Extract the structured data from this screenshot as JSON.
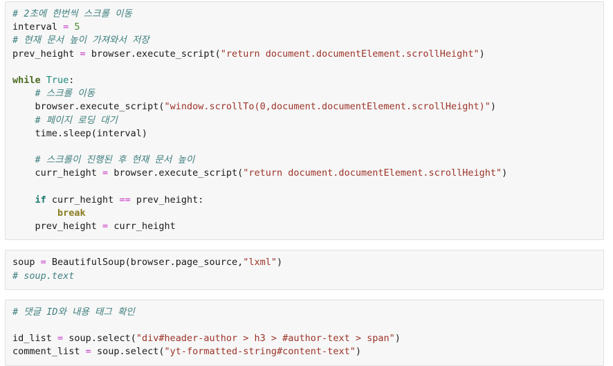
{
  "page": {
    "background": "#ffffff",
    "block_background": "#f7f7f7",
    "block_border": "#e0e0e0",
    "language": "python"
  },
  "colors": {
    "comment": "#3f7f7f",
    "keyword": "#4b6b22",
    "keyword_if": "#1a7a6e",
    "keyword_break": "#8a7d20",
    "builtin": "#1a8a7a",
    "string": "#9c3328",
    "number": "#4a8a2c",
    "operator": "#c634c6",
    "plain": "#1a1a1a"
  },
  "blocks": [
    {
      "id": "scroll-loop-block",
      "lines": [
        "# 2초에 한번씩 스크롤 이동",
        "interval = 5",
        "# 현재 문서 높이 가져와서 저장",
        "prev_height = browser.execute_script(\"return document.documentElement.scrollHeight\")",
        "",
        "while True:",
        "    # 스크롤 이동",
        "    browser.execute_script(\"window.scrollTo(0,document.documentElement.scrollHeight)\")",
        "    # 페이지 로딩 대기",
        "    time.sleep(interval)",
        "",
        "    # 스크롤이 진행된 후 현재 문서 높이",
        "    curr_height = browser.execute_script(\"return document.documentElement.scrollHeight\")",
        "",
        "    if curr_height == prev_height:",
        "        break",
        "    prev_height = curr_height"
      ]
    },
    {
      "id": "soup-block",
      "lines": [
        "soup = BeautifulSoup(browser.page_source,\"lxml\")",
        "# soup.text"
      ]
    },
    {
      "id": "selector-block",
      "lines": [
        "# 댓글 ID와 내용 태그 확인",
        "",
        "id_list = soup.select(\"div#header-author > h3 > #author-text > span\")",
        "comment_list = soup.select(\"yt-formatted-string#content-text\")"
      ]
    }
  ],
  "tokens": {
    "block1": {
      "c1": "# 2초에 한번씩 스크롤 이동",
      "l2_name": "interval ",
      "l2_op": "=",
      "l2_num": " 5",
      "c3": "# 현재 문서 높이 가져와서 저장",
      "l4_a": "prev_height ",
      "l4_op": "=",
      "l4_b": " browser.execute_script(",
      "l4_str": "\"return document.documentElement.scrollHeight\"",
      "l4_c": ")",
      "l6_kw": "while",
      "l6_bi": " True",
      "l6_colon": ":",
      "c7": "    # 스크롤 이동",
      "l8_a": "    browser.execute_script(",
      "l8_str": "\"window.scrollTo(0,document.documentElement.scrollHeight)\"",
      "l8_b": ")",
      "c9": "    # 페이지 로딩 대기",
      "l10": "    time.sleep(interval)",
      "c12": "    # 스크롤이 진행된 후 현재 문서 높이",
      "l13_a": "    curr_height ",
      "l13_op": "=",
      "l13_b": " browser.execute_script(",
      "l13_str": "\"return document.documentElement.scrollHeight\"",
      "l13_c": ")",
      "l15_pre": "    ",
      "l15_kw": "if",
      "l15_a": " curr_height ",
      "l15_op": "==",
      "l15_b": " prev_height:",
      "l16_pre": "        ",
      "l16_kw": "break",
      "l17_a": "    prev_height ",
      "l17_op": "=",
      "l17_b": " curr_height"
    },
    "block2": {
      "l1_a": "soup ",
      "l1_op": "=",
      "l1_b": " BeautifulSoup(browser.page_source,",
      "l1_str": "\"lxml\"",
      "l1_c": ")",
      "c2": "# soup.text"
    },
    "block3": {
      "c1": "# 댓글 ID와 내용 태그 확인",
      "l3_a": "id_list ",
      "l3_op": "=",
      "l3_b": " soup.select(",
      "l3_str": "\"div#header-author > h3 > #author-text > span\"",
      "l3_c": ")",
      "l4_a": "comment_list ",
      "l4_op": "=",
      "l4_b": " soup.select(",
      "l4_str": "\"yt-formatted-string#content-text\"",
      "l4_c": ")"
    }
  }
}
